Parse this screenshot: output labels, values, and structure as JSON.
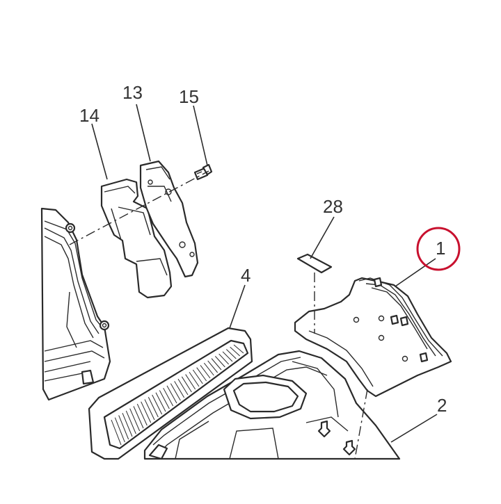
{
  "callouts": {
    "p1": "1",
    "p2": "2",
    "p4": "4",
    "p13": "13",
    "p14": "14",
    "p15": "15",
    "p28": "28"
  },
  "highlight_color": "#c8102e",
  "line_color": "#2a2a2a"
}
